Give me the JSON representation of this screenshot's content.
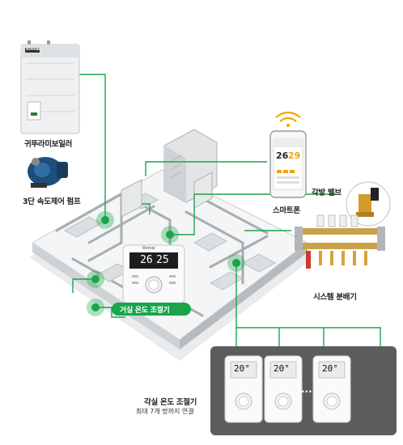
{
  "boiler": {
    "brand": "Rinnai",
    "label": "귀뚜라미보일러"
  },
  "pump": {
    "label": "3단 속도제어 펌프"
  },
  "smartphone": {
    "label": "스마트폰",
    "temp_left": "26",
    "temp_right": "29"
  },
  "valve": {
    "label": "각방 밸브"
  },
  "manifold": {
    "label": "시스템 분배기"
  },
  "living_thermostat": {
    "brand": "Rinnai",
    "display_left": "26",
    "display_right": "25",
    "badge": "거실 온도 조절기"
  },
  "room_thermostats": {
    "title": "각실 온도 조절기",
    "subtitle": "최대 7개 방까지 연결",
    "ellipsis": "...",
    "units": [
      {
        "display": "20°"
      },
      {
        "display": "20°"
      },
      {
        "display": "20°"
      }
    ]
  },
  "colors": {
    "accent": "#1aa54b",
    "panel": "#5a5c5e"
  }
}
